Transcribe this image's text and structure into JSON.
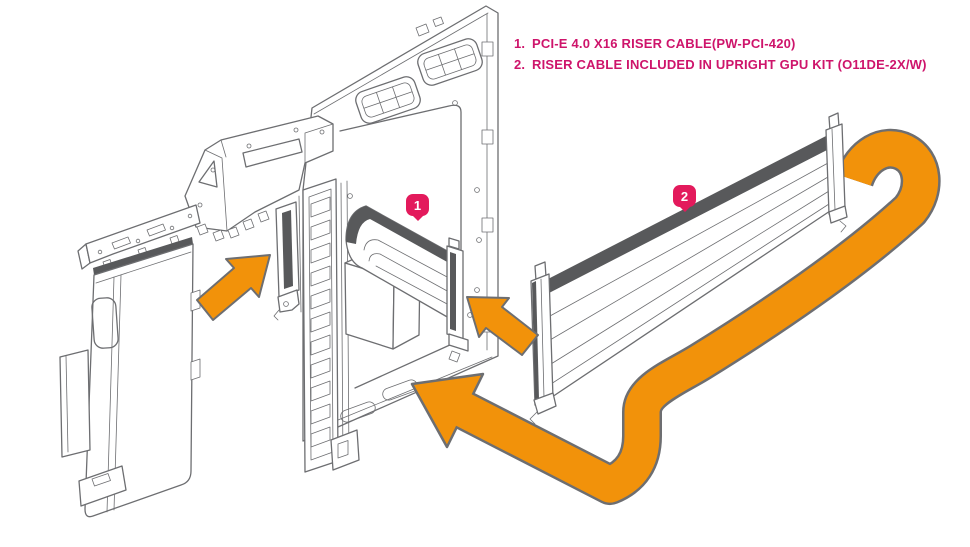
{
  "legend": {
    "items": [
      {
        "num": "1.",
        "text": "PCI-E 4.0 X16 RISER CABLE(PW-PCI-420)"
      },
      {
        "num": "2.",
        "text": "RISER CABLE INCLUDED IN UPRIGHT GPU KIT (O11DE-2X/W)"
      }
    ]
  },
  "callouts": [
    {
      "label": "1"
    },
    {
      "label": "2"
    }
  ],
  "colors": {
    "magenta_text": "#CE146B",
    "badge_magenta": "#E31A5C",
    "arrow_orange": "#F2920A",
    "line_gray": "#6D6E71",
    "ribbon_dark": "#58595B",
    "background": "#FFFFFF"
  }
}
